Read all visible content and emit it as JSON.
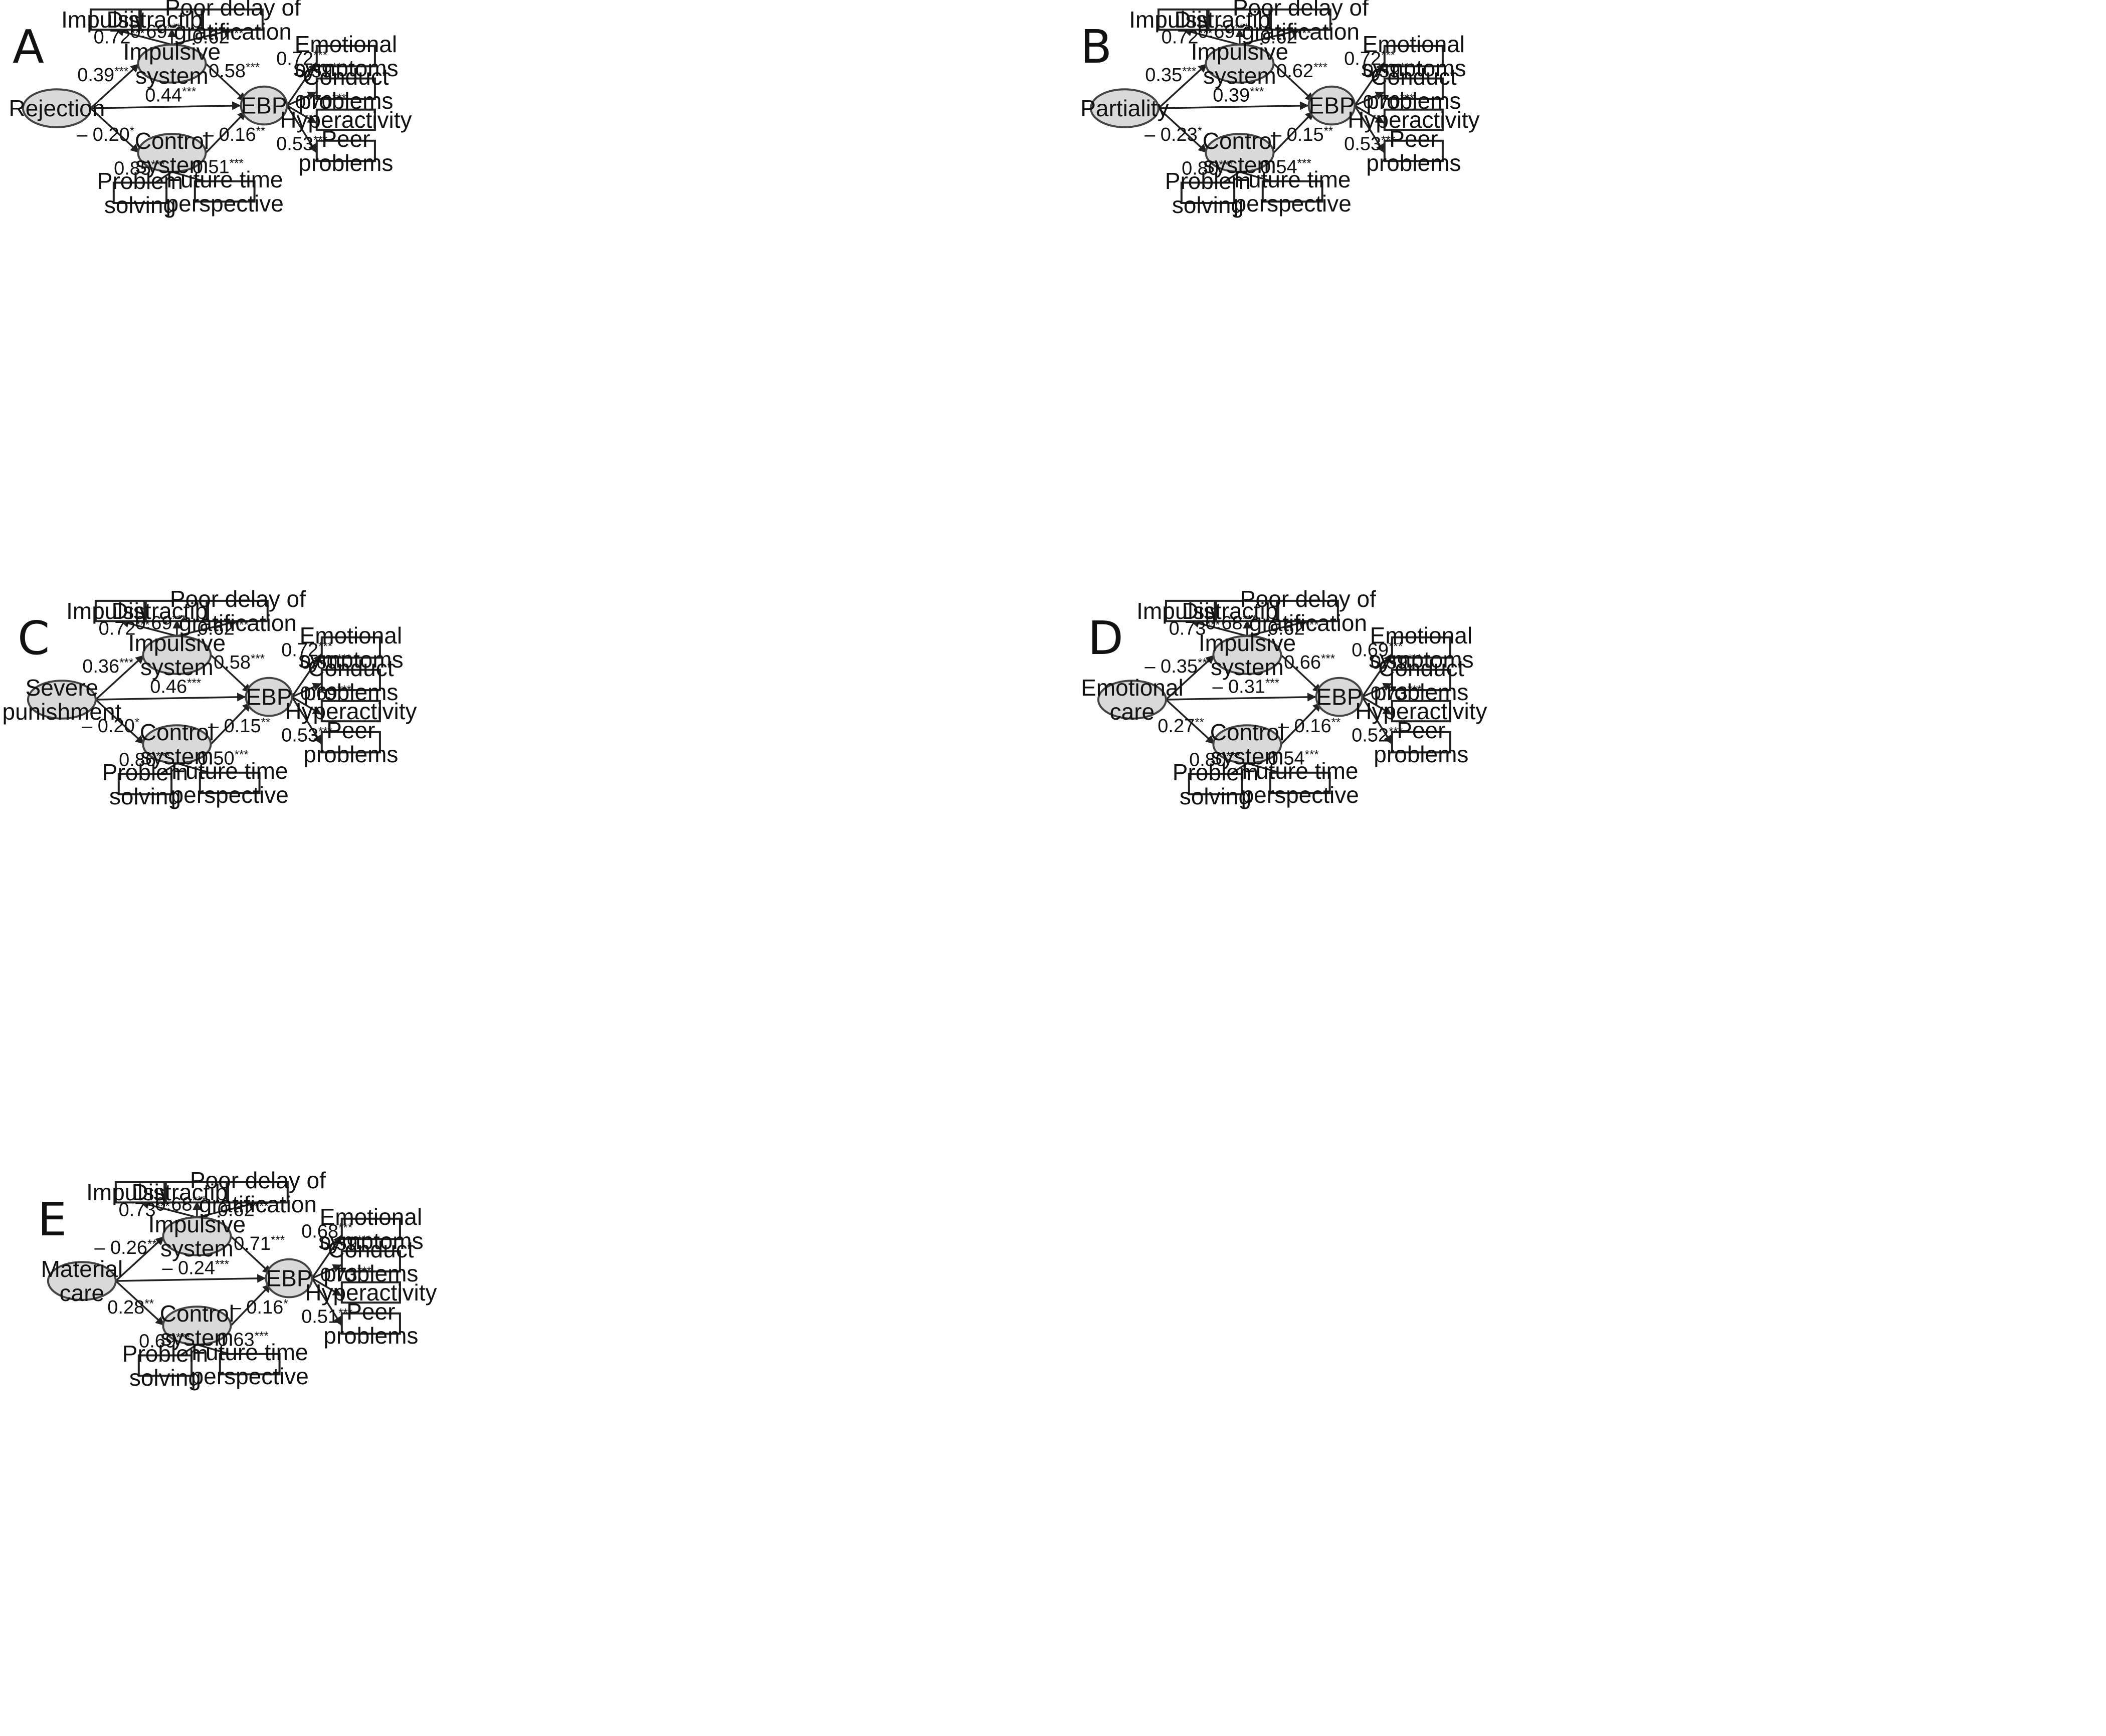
{
  "nodes": {
    "impulsivity": "Impulsivity",
    "distractibility": "Distractibility",
    "poor_delay": [
      "Poor delay of",
      "gratification"
    ],
    "impulsive_system": [
      "Impulsive",
      "system"
    ],
    "control_system": [
      "Control",
      "system"
    ],
    "ebp": "EBP",
    "emotional": [
      "Emotional",
      "symptoms"
    ],
    "conduct": [
      "Conduct",
      "problems"
    ],
    "hyperactivity": "Hyperactivity",
    "peer": [
      "Peer",
      "problems"
    ],
    "problem_solving": [
      "Problem",
      "solving"
    ],
    "future_time": [
      "Future time",
      "perspective"
    ]
  },
  "panels": [
    {
      "letter": "A",
      "predictor": [
        "Rejection"
      ],
      "coef": {
        "impulsivity": [
          "0.72",
          "***"
        ],
        "distractibility": [
          "0.69",
          "***"
        ],
        "poor_delay": [
          "0.62",
          "***"
        ],
        "pred_imp": [
          "0.39",
          "***"
        ],
        "direct": [
          "0.44",
          "***"
        ],
        "pred_ctrl": [
          "– 0.20",
          "*"
        ],
        "imp_ebp": [
          "0.58",
          "***"
        ],
        "ctrl_ebp": [
          "– 0.16",
          "**"
        ],
        "emotional": [
          "0.72",
          "***"
        ],
        "conduct": [
          "0.59",
          "***"
        ],
        "hyperactivity": [
          "0.70",
          "***"
        ],
        "peer": [
          "0.53",
          "***"
        ],
        "problem_solving": [
          "0.85",
          "***"
        ],
        "future_time": [
          "0.51",
          "***"
        ]
      }
    },
    {
      "letter": "B",
      "predictor": [
        "Partiality"
      ],
      "coef": {
        "impulsivity": [
          "0.72",
          "***"
        ],
        "distractibility": [
          "0.69",
          "***"
        ],
        "poor_delay": [
          "0.62",
          "***"
        ],
        "pred_imp": [
          "0.35",
          "***"
        ],
        "direct": [
          "0.39",
          "***"
        ],
        "pred_ctrl": [
          "– 0.23",
          "*"
        ],
        "imp_ebp": [
          "0.62",
          "***"
        ],
        "ctrl_ebp": [
          "– 0.15",
          "**"
        ],
        "emotional": [
          "0.72",
          "***"
        ],
        "conduct": [
          "0.59",
          "***"
        ],
        "hyperactivity": [
          "0.70",
          "***"
        ],
        "peer": [
          "0.53",
          "***"
        ],
        "problem_solving": [
          "0.80",
          "***"
        ],
        "future_time": [
          "0.54",
          "***"
        ]
      }
    },
    {
      "letter": "C",
      "predictor": [
        "Severe",
        "punishment"
      ],
      "coef": {
        "impulsivity": [
          "0.72",
          "***"
        ],
        "distractibility": [
          "0.69",
          "***"
        ],
        "poor_delay": [
          "0.62",
          "***"
        ],
        "pred_imp": [
          "0.36",
          "***"
        ],
        "direct": [
          "0.46",
          "***"
        ],
        "pred_ctrl": [
          "– 0.20",
          "*"
        ],
        "imp_ebp": [
          "0.58",
          "***"
        ],
        "ctrl_ebp": [
          "– 0.15",
          "**"
        ],
        "emotional": [
          "0.72",
          "***"
        ],
        "conduct": [
          "0.60",
          "***"
        ],
        "hyperactivity": [
          "0.69",
          "***"
        ],
        "peer": [
          "0.53",
          "***"
        ],
        "problem_solving": [
          "0.86",
          "***"
        ],
        "future_time": [
          "0.50",
          "***"
        ]
      }
    },
    {
      "letter": "D",
      "predictor": [
        "Emotional",
        "care"
      ],
      "coef": {
        "impulsivity": [
          "0.73",
          "***"
        ],
        "distractibility": [
          "0.68",
          "***"
        ],
        "poor_delay": [
          "0.62",
          "***"
        ],
        "pred_imp": [
          "– 0.35",
          "***"
        ],
        "direct": [
          "– 0.31",
          "***"
        ],
        "pred_ctrl": [
          "0.27",
          "**"
        ],
        "imp_ebp": [
          "0.66",
          "***"
        ],
        "ctrl_ebp": [
          "– 0.16",
          "**"
        ],
        "emotional": [
          "0.69",
          "***"
        ],
        "conduct": [
          "0.59",
          "***"
        ],
        "hyperactivity": [
          "0.73",
          "***"
        ],
        "peer": [
          "0.52",
          "***"
        ],
        "problem_solving": [
          "0.80",
          "***"
        ],
        "future_time": [
          "0.54",
          "***"
        ]
      }
    },
    {
      "letter": "E",
      "predictor": [
        "Material",
        "care"
      ],
      "coef": {
        "impulsivity": [
          "0.73",
          "***"
        ],
        "distractibility": [
          "0.68",
          "***"
        ],
        "poor_delay": [
          "0.62",
          "***"
        ],
        "pred_imp": [
          "– 0.26",
          "***"
        ],
        "direct": [
          "– 0.24",
          "***"
        ],
        "pred_ctrl": [
          "0.28",
          "**"
        ],
        "imp_ebp": [
          "0.71",
          "***"
        ],
        "ctrl_ebp": [
          "– 0.16",
          "*"
        ],
        "emotional": [
          "0.68",
          "***"
        ],
        "conduct": [
          "0.59",
          "***"
        ],
        "hyperactivity": [
          "0.73",
          "***"
        ],
        "peer": [
          "0.51",
          "***"
        ],
        "problem_solving": [
          "0.69",
          "***"
        ],
        "future_time": [
          "0.63",
          "***"
        ]
      }
    }
  ]
}
